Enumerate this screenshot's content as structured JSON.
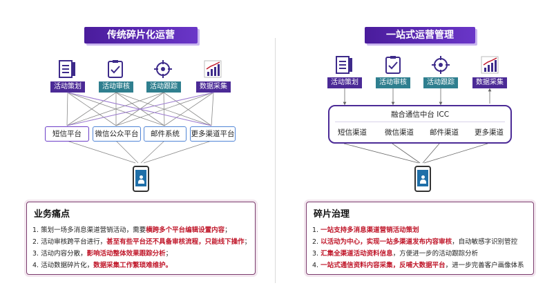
{
  "left": {
    "title": "传统碎片化运营",
    "tools": [
      "活动策划",
      "活动审核",
      "活动跟踪",
      "数据采集"
    ],
    "channels": [
      "短信平台",
      "微信公众平台",
      "邮件系统",
      "更多渠道平台"
    ],
    "box": {
      "title": "业务痛点",
      "items": [
        {
          "pre": "1. 策划一场多消息渠道营销活动，需要",
          "hl": "横跨多个平台编辑设置内容",
          "post": "；"
        },
        {
          "pre": "2. 活动审核跨平台进行，",
          "hl": "甚至有些平台还不具备审核流程，只能线下操作",
          "post": "；"
        },
        {
          "pre": "3. 活动内容分散，",
          "hl": "影响活动整体效果跟踪分析",
          "post": "；"
        },
        {
          "pre": "4. 活动数据碎片化，",
          "hl": "数据采集工作繁琐难维护。",
          "post": ""
        }
      ]
    }
  },
  "right": {
    "title": "一站式运营管理",
    "tools": [
      "活动策划",
      "活动审核",
      "活动跟踪",
      "数据采集"
    ],
    "icc_title": "融合通信中台 ICC",
    "channels": [
      "短信渠道",
      "微信渠道",
      "邮件渠道",
      "更多渠道"
    ],
    "box": {
      "title": "碎片治理",
      "items": [
        {
          "pre": "1. ",
          "hl": "一站支持多消息渠道营销活动策划",
          "post": ""
        },
        {
          "pre": "2. ",
          "hl": "以活动为中心，实现一站多渠道发布内容审核",
          "post": "，自动敏感字识别管控"
        },
        {
          "pre": "3. ",
          "hl": "汇集全渠道活动资料信息",
          "post": "，方便进一步的活动跟踪分析"
        },
        {
          "pre": "4. ",
          "hl": "一站式通信资料内容采集，反哺大数据平台",
          "post": "，进一步完善客户画像体系"
        }
      ]
    }
  }
}
